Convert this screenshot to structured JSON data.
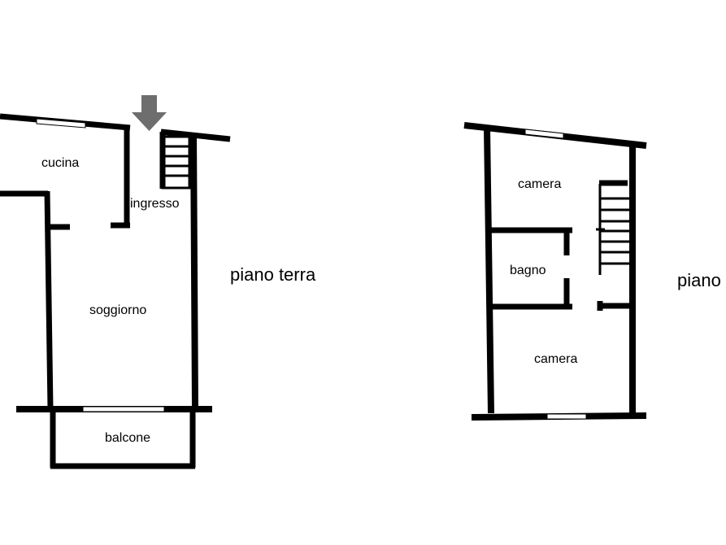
{
  "plans": [
    {
      "floor_label": "piano terra",
      "rooms": {
        "cucina": "cucina",
        "ingresso": "ingresso",
        "soggiorno": "soggiorno",
        "balcone": "balcone"
      }
    },
    {
      "floor_label": "piano",
      "rooms": {
        "camera_top": "camera",
        "bagno": "bagno",
        "camera_bottom": "camera"
      }
    }
  ],
  "colors": {
    "wall": "#000000",
    "entry_arrow": "#6e6e6e",
    "background": "#ffffff"
  }
}
